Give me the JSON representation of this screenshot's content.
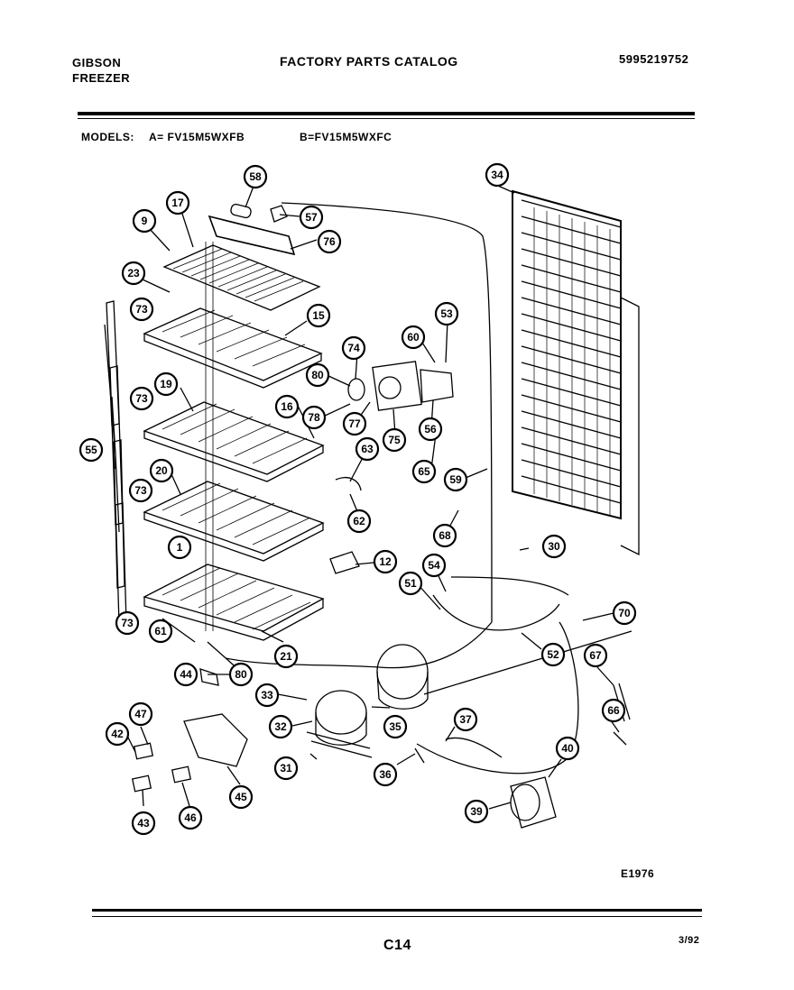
{
  "header": {
    "brand_line1": "GIBSON",
    "brand_line2": "FREEZER",
    "catalog_title": "FACTORY PARTS CATALOG",
    "part_number": "5995219752"
  },
  "models": {
    "label": "MODELS:",
    "model_a": "A= FV15M5WXFB",
    "model_b": "B=FV15M5WXFC"
  },
  "footer": {
    "drawing_code": "E1976",
    "page_number": "C14",
    "date": "3/92"
  },
  "callouts": [
    {
      "label": "58"
    },
    {
      "label": "57"
    },
    {
      "label": "76"
    },
    {
      "label": "9"
    },
    {
      "label": "17"
    },
    {
      "label": "23"
    },
    {
      "label": "73"
    },
    {
      "label": "15"
    },
    {
      "label": "74"
    },
    {
      "label": "80"
    },
    {
      "label": "60"
    },
    {
      "label": "53"
    },
    {
      "label": "19"
    },
    {
      "label": "16"
    },
    {
      "label": "78"
    },
    {
      "label": "77"
    },
    {
      "label": "75"
    },
    {
      "label": "56"
    },
    {
      "label": "73"
    },
    {
      "label": "65"
    },
    {
      "label": "63"
    },
    {
      "label": "55"
    },
    {
      "label": "59"
    },
    {
      "label": "20"
    },
    {
      "label": "73"
    },
    {
      "label": "62"
    },
    {
      "label": "68"
    },
    {
      "label": "1"
    },
    {
      "label": "12"
    },
    {
      "label": "54"
    },
    {
      "label": "51"
    },
    {
      "label": "73"
    },
    {
      "label": "61"
    },
    {
      "label": "21"
    },
    {
      "label": "80"
    },
    {
      "label": "44"
    },
    {
      "label": "34"
    },
    {
      "label": "30"
    },
    {
      "label": "70"
    },
    {
      "label": "52"
    },
    {
      "label": "67"
    },
    {
      "label": "33"
    },
    {
      "label": "32"
    },
    {
      "label": "35"
    },
    {
      "label": "37"
    },
    {
      "label": "66"
    },
    {
      "label": "47"
    },
    {
      "label": "42"
    },
    {
      "label": "45"
    },
    {
      "label": "31"
    },
    {
      "label": "36"
    },
    {
      "label": "40"
    },
    {
      "label": "39"
    },
    {
      "label": "43"
    },
    {
      "label": "46"
    }
  ]
}
